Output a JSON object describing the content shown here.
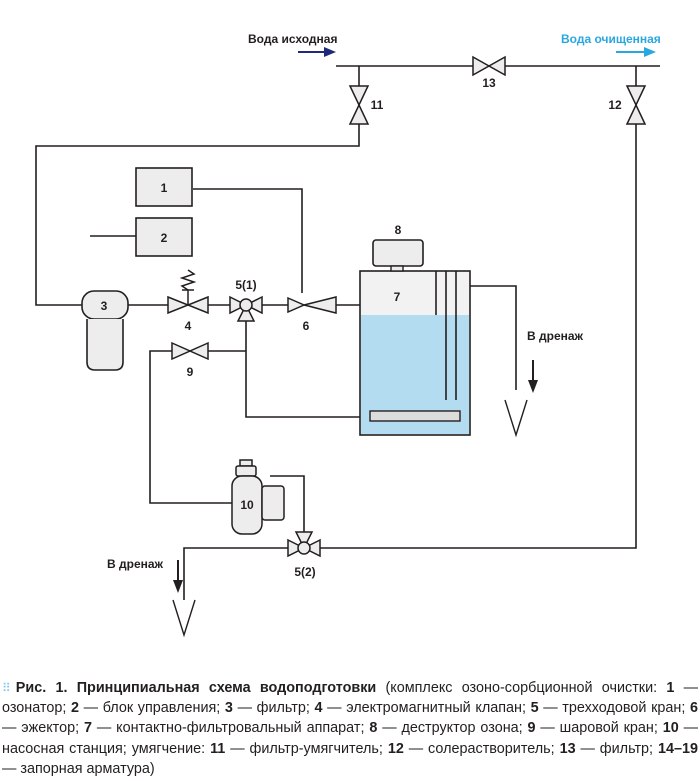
{
  "labels": {
    "water_in": "Вода исходная",
    "water_out": "Вода очищенная",
    "drain_top": "В дренаж",
    "drain_bottom": "В дренаж",
    "n1": "1",
    "n2": "2",
    "n3": "3",
    "n4": "4",
    "n5_1": "5(1)",
    "n5_2": "5(2)",
    "n6": "6",
    "n7": "7",
    "n8": "8",
    "n9": "9",
    "n10": "10",
    "n11": "11",
    "n12": "12",
    "n13": "13"
  },
  "colors": {
    "line": "#231f20",
    "arrow_in": "#1f2a7a",
    "arrow_out": "#29a8e0",
    "water": "#b3dcf1",
    "equipment": "#ededed"
  },
  "caption": {
    "prefix": "Рис. 1. Принципиальная схема водоподготовки",
    "intro": " (комплекс озоно-сорбционной очистки: ",
    "items": [
      {
        "num": "1",
        "text": " — озонатор; "
      },
      {
        "num": "2",
        "text": " — блок управления; "
      },
      {
        "num": "3",
        "text": " — фильтр; "
      },
      {
        "num": "4",
        "text": " — электромагнитный клапан; "
      },
      {
        "num": "5",
        "text": " — трехходовой кран; "
      },
      {
        "num": "6",
        "text": " — эжектор; "
      },
      {
        "num": "7",
        "text": " — контактно-фильтровальный аппарат; "
      },
      {
        "num": "8",
        "text": " — деструктор озона; "
      },
      {
        "num": "9",
        "text": " — шаровой кран; "
      },
      {
        "num": "10",
        "text": " — насосная станция; умягчение: "
      },
      {
        "num": "11",
        "text": " — фильтр-умягчитель; "
      },
      {
        "num": "12",
        "text": " — солерастворитель; "
      },
      {
        "num": "13",
        "text": " — фильтр; "
      },
      {
        "num": "14–19",
        "text": " — запорная арматура)"
      }
    ]
  }
}
